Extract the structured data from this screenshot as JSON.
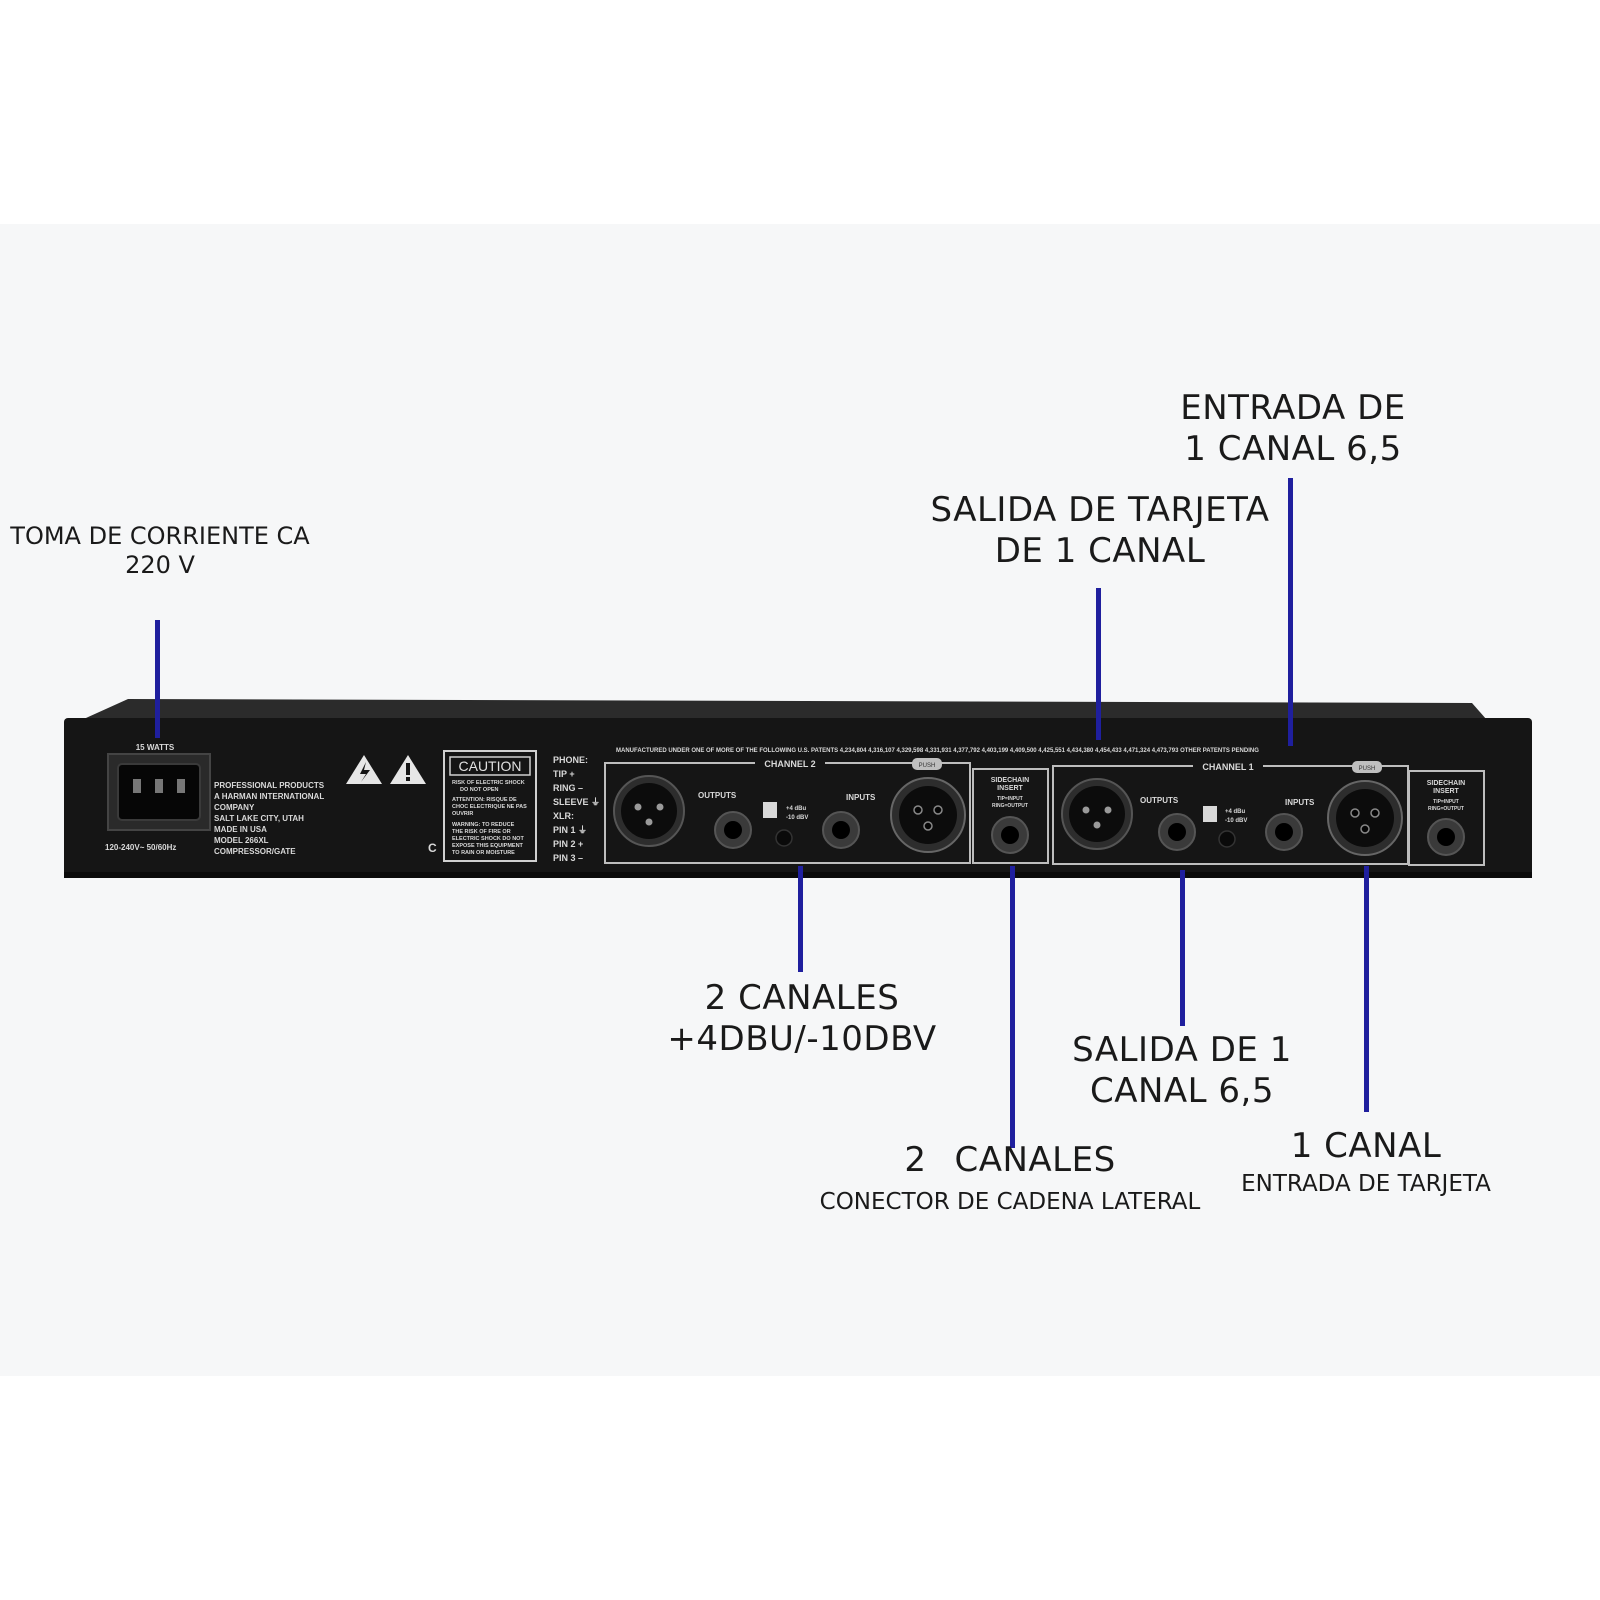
{
  "callouts": {
    "power": {
      "line1": "TOMA DE CORRIENTE CA",
      "line2": "220 V"
    },
    "ch1_input_top": {
      "line1": "ENTRADA DE",
      "line2": "1 CANAL 6,5"
    },
    "ch1_card_output": {
      "line1": "SALIDA DE TARJETA",
      "line2": "DE 1 CANAL"
    },
    "two_channels_level": {
      "line1": "2 CANALES",
      "line2": "+4DBU/-10DBV"
    },
    "ch1_output": {
      "line1": "SALIDA DE 1",
      "line2": "CANAL 6,5"
    },
    "sidechain": {
      "count": "2",
      "title": "CANALES",
      "subtitle": "CONECTOR DE CADENA LATERAL"
    },
    "card_input": {
      "title": "1 CANAL",
      "subtitle": "ENTRADA DE TARJETA"
    }
  },
  "panel": {
    "watts": "15 WATTS",
    "voltage": "120-240V~ 50/60Hz",
    "maker": [
      "PROFESSIONAL PRODUCTS",
      "A HARMAN INTERNATIONAL",
      "COMPANY",
      "SALT LAKE CITY, UTAH",
      "MADE IN USA",
      "MODEL 266XL",
      "COMPRESSOR/GATE"
    ],
    "caution_title": "CAUTION",
    "caution_lines": [
      "RISK OF ELECTRIC SHOCK",
      "DO NOT OPEN",
      "ATTENTION: RISQUE DE",
      "CHOC ELECTRIQUE NE PAS",
      "OUVRIR",
      "WARNING: TO REDUCE",
      "THE RISK OF FIRE OR",
      "ELECTRIC SHOCK DO NOT",
      "EXPOSE THIS EQUIPMENT",
      "TO RAIN OR MOISTURE"
    ],
    "wiring": [
      "PHONE:",
      "TIP +",
      "RING –",
      "SLEEVE ⏚",
      "XLR:",
      "PIN 1 ⏚",
      "PIN 2 +",
      "PIN 3 –"
    ],
    "c_mark": "C",
    "patents": "MANUFACTURED UNDER ONE OF MORE OF THE FOLLOWING U.S. PATENTS 4,234,804 4,316,107 4,329,598 4,331,931 4,377,792 4,403,199 4,409,500 4,425,551 4,434,380 4,454,433 4,471,324 4,473,793 OTHER PATENTS PENDING",
    "channel2": "CHANNEL 2",
    "channel1": "CHANNEL 1",
    "outputs": "OUTPUTS",
    "inputs": "INPUTS",
    "level_plus": "+4 dBu",
    "level_minus": "-10 dBV",
    "sidechain_title": "SIDECHAIN",
    "sidechain_sub": "INSERT",
    "sidechain_tip": "TIP=INPUT",
    "sidechain_ring": "RING=OUTPUT",
    "push": "PUSH"
  },
  "colors": {
    "pointer": "#1f1f9e",
    "chassis": "#151515",
    "backdrop": "#f6f7f8"
  }
}
